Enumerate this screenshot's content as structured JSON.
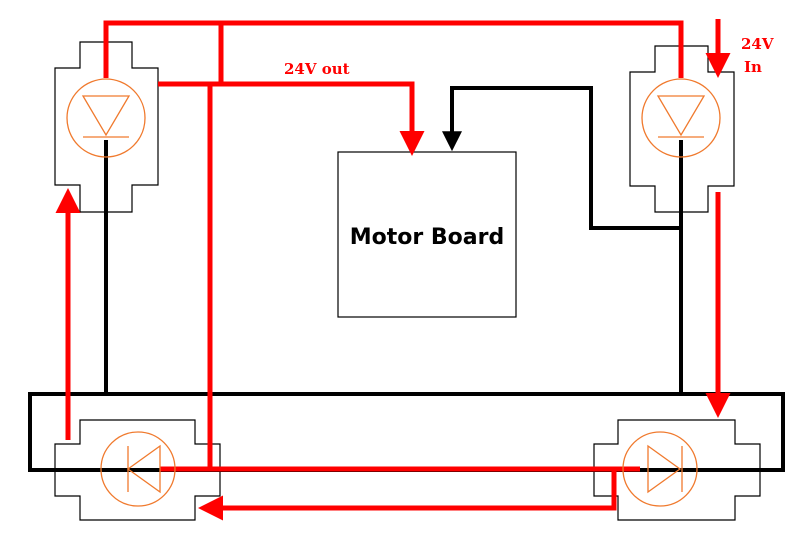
{
  "colors": {
    "red": "#ff0000",
    "black": "#000000",
    "diode_orange": "#f07a2e",
    "background": "#ffffff"
  },
  "labels": {
    "motor_board": "Motor Board",
    "out_label": "24V out",
    "in_label_line1": "24V",
    "in_label_line2": "In"
  },
  "components": [
    {
      "name": "diode-top-left",
      "orientation": "down"
    },
    {
      "name": "diode-top-right",
      "orientation": "down"
    },
    {
      "name": "diode-bottom-left",
      "orientation": "left"
    },
    {
      "name": "diode-bottom-right",
      "orientation": "right"
    }
  ]
}
